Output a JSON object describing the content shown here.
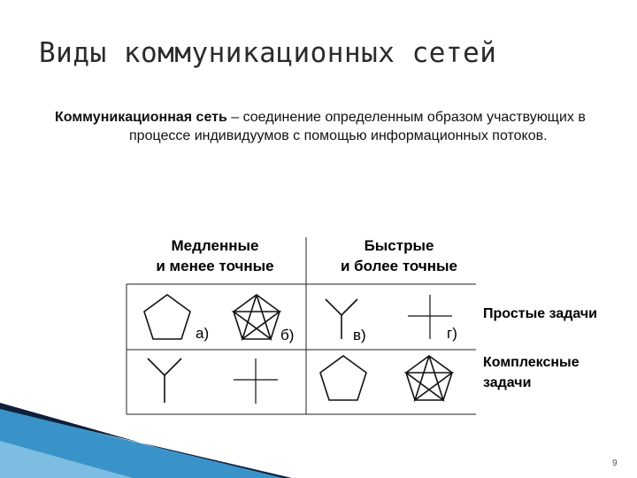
{
  "slide": {
    "title": "Виды коммуникационных сетей",
    "definition_term": "Коммуникационная сеть",
    "definition_text": " – соединение определенным образом участвующих в процессе индивидуумов с помощью информационных потоков.",
    "page_number": "9"
  },
  "table": {
    "columns": [
      {
        "line1": "Медленные",
        "line2": "и менее точные"
      },
      {
        "line1": "Быстрые",
        "line2": "и более точные"
      }
    ],
    "rows": [
      {
        "line1": "Простые задачи",
        "line2": ""
      },
      {
        "line1": "Комплексные",
        "line2": "задачи"
      }
    ],
    "figure_labels": [
      "а)",
      "б)",
      "в)",
      "г)"
    ],
    "figures_row1": [
      "pentagon",
      "pentagon-star",
      "y-shape",
      "cross"
    ],
    "figures_row2": [
      "y-shape",
      "cross",
      "pentagon",
      "pentagon-star"
    ]
  },
  "colors": {
    "accent_dark": "#0e1f3a",
    "accent_blue": "#3a93c8",
    "accent_light": "#8ec8e8"
  }
}
